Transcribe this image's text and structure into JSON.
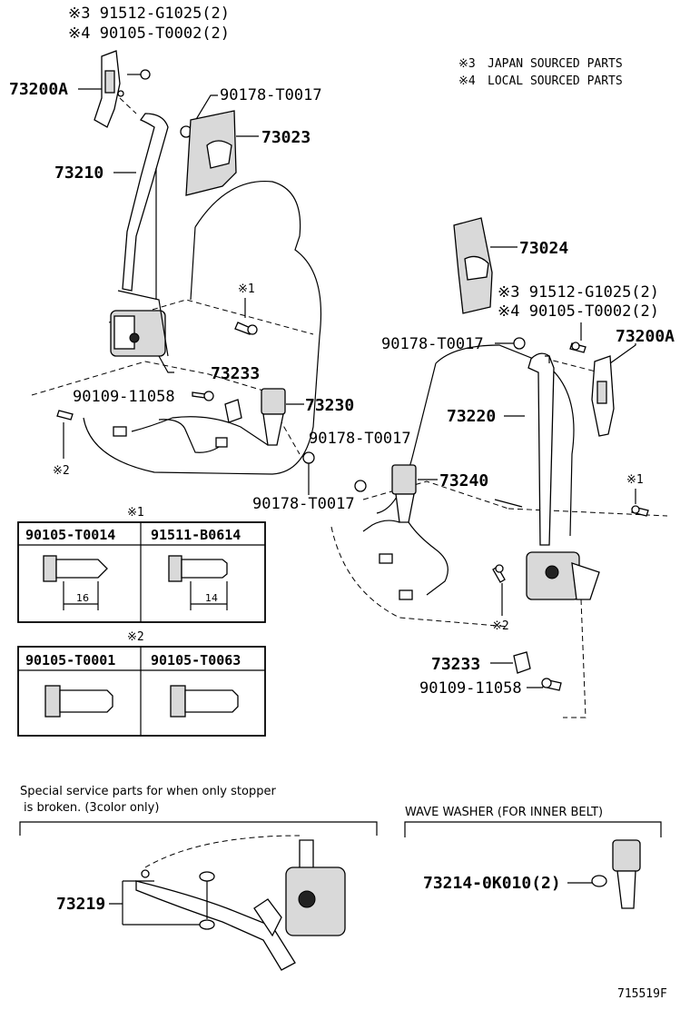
{
  "notes": {
    "sourced_japan_mark": "※3",
    "sourced_japan_text": "JAPAN SOURCED PARTS",
    "sourced_local_mark": "※4",
    "sourced_local_text": "LOCAL SOURCED PARTS"
  },
  "left_assembly": {
    "top_bolt_jp": "※3 91512-G1025(2)",
    "top_bolt_local": "※4 90105-T0002(2)",
    "anchor": "73200A",
    "bolt_cap_upper": "90178-T0017",
    "cover_upper": "73023",
    "belt_outer": "73210",
    "mark1": "※1",
    "cover_lower": "73233",
    "bolt_lower": "90109-11058",
    "buckle": "73230",
    "mark2": "※2",
    "bolt_cap_buckle_a": "90178-T0017",
    "bolt_cap_buckle_b": "90178-T0017"
  },
  "right_assembly": {
    "cover_upper": "73024",
    "top_bolt_jp": "※3 91512-G1025(2)",
    "top_bolt_local": "※4 90105-T0002(2)",
    "bolt_cap_upper": "90178-T0017",
    "anchor": "73200A",
    "belt_outer": "73220",
    "buckle": "73240",
    "mark1": "※1",
    "mark2": "※2",
    "cover_lower": "73233",
    "bolt_lower": "90109-11058"
  },
  "table1": {
    "mark": "※1",
    "col1": "90105-T0014",
    "col2": "91511-B0614",
    "dim1": "16",
    "dim2": "14"
  },
  "table2": {
    "mark": "※2",
    "col1": "90105-T0001",
    "col2": "90105-T0063"
  },
  "special": {
    "line1": "Special service parts for when only stopper",
    "line2": "is broken. (3color only)",
    "part": "73219"
  },
  "wave": {
    "title": "WAVE WASHER (FOR INNER BELT)",
    "part": "73214-0K010(2)"
  },
  "figure_id": "715519F"
}
